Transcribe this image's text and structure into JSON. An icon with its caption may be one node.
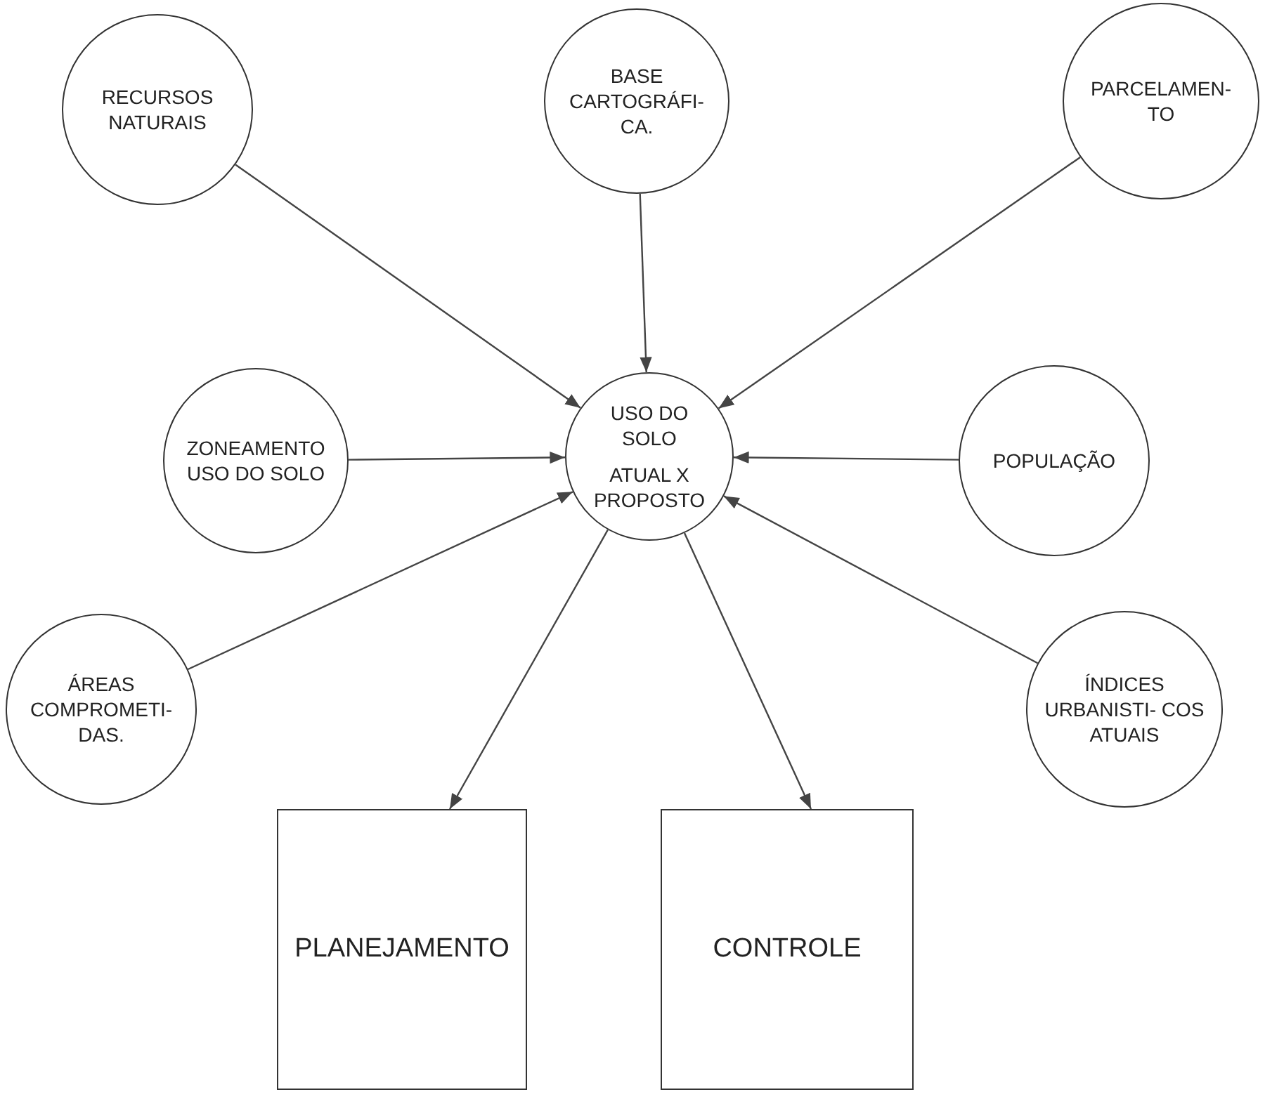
{
  "diagram": {
    "nodes": [
      {
        "text": [
          "RECURSOS NATURAIS"
        ]
      },
      {
        "text": [
          "BASE CARTOGRÁFI- CA."
        ]
      },
      {
        "text": [
          "PARCELAMEN- TO"
        ]
      },
      {
        "text": [
          "ZONEAMENTO USO DO SOLO"
        ]
      },
      {
        "text": [
          "USO DO SOLO",
          "ATUAL X PROPOSTO"
        ]
      },
      {
        "text": [
          "POPULAÇÃO"
        ]
      },
      {
        "text": [
          "ÁREAS COMPROMETI- DAS."
        ]
      },
      {
        "text": [
          "ÍNDICES URBANISTI- COS ATUAIS"
        ]
      },
      {
        "text": [
          "PLANEJAMENTO"
        ]
      },
      {
        "text": [
          "CONTROLE"
        ]
      }
    ],
    "edges": [
      {
        "from": 0,
        "to": 4,
        "arrow": "to"
      },
      {
        "from": 1,
        "to": 4,
        "arrow": "to"
      },
      {
        "from": 2,
        "to": 4,
        "arrow": "to"
      },
      {
        "from": 3,
        "to": 4,
        "arrow": "to"
      },
      {
        "from": 5,
        "to": 4,
        "arrow": "to"
      },
      {
        "from": 6,
        "to": 4,
        "arrow": "to"
      },
      {
        "from": 7,
        "to": 4,
        "arrow": "to"
      },
      {
        "from": 4,
        "to": 8,
        "arrow": "to"
      },
      {
        "from": 4,
        "to": 9,
        "arrow": "to"
      }
    ]
  }
}
